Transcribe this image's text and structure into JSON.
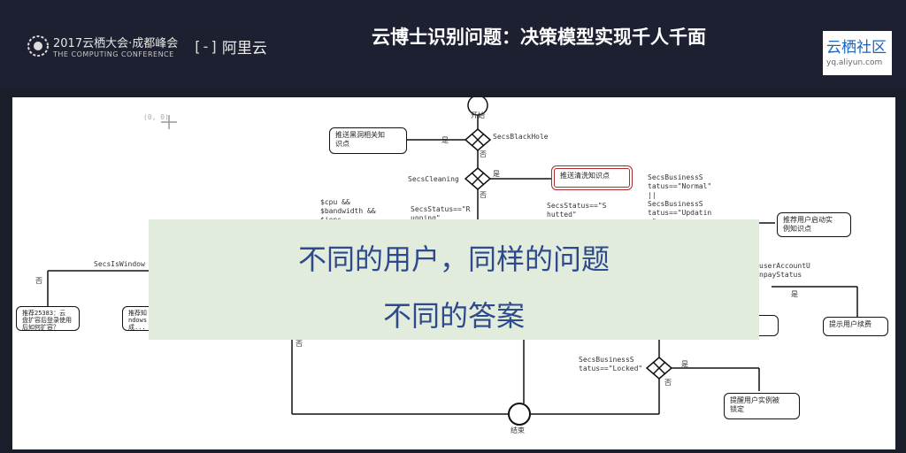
{
  "header": {
    "event_name": "2017云栖大会·成都峰会",
    "event_sub": "THE COMPUTING CONFERENCE",
    "aliyun_mark": "[-]",
    "aliyun_text": "阿里云",
    "title": "云博士识别问题：决策模型实现千人千面",
    "yq_title": "云栖社区",
    "yq_url": "yq.aliyun.com"
  },
  "diagram": {
    "origin": "(0, 0)",
    "start_label": "开始",
    "end_label": "结束",
    "labels": {
      "black_hole": "SecsBlackHole",
      "cleaning": "SecsCleaning",
      "cpu": "$cpu &&\n$bandwidth &&\n$iops",
      "status_running": "SecsStatus==\"R\nunning\"",
      "status_shutted": "SecsStatus==\"S\nhutted\"",
      "business_normal": "SecsBusinessS\ntatus==\"Normal\"\n||\nSecsBusinessS\ntatus==\"Updatin\ng\"",
      "window": "SecsIsWindow",
      "user_account": "userAccountU\nnpayStatus",
      "business_locked": "SecsBusinessS\ntatus==\"Locked\"",
      "yes": "是",
      "no": "否"
    },
    "boxes": {
      "blackhole_box": "推送黑洞相关知\n识点",
      "cleaning_box": "推送清洗知识点",
      "recommend_box": "推荐用户启动实\n例知识点",
      "left1": "推荐25383：云\n盘扩容后登录使用\n后如何扩容？",
      "left2": "推荐知\nndows\n成...",
      "mid_right": "启动实",
      "renew": "提示用户续费",
      "unlock": "提醒用户实例被\n锁定"
    }
  },
  "overlay": {
    "line1": "不同的用户，同样的问题",
    "line2": "不同的答案"
  },
  "colors": {
    "background": "#1a1e2b",
    "overlay_bg": "#e2ecdc",
    "overlay_text": "#2e4a8c",
    "yq_blue": "#1c63b8",
    "highlight_red": "#b02a2a"
  }
}
